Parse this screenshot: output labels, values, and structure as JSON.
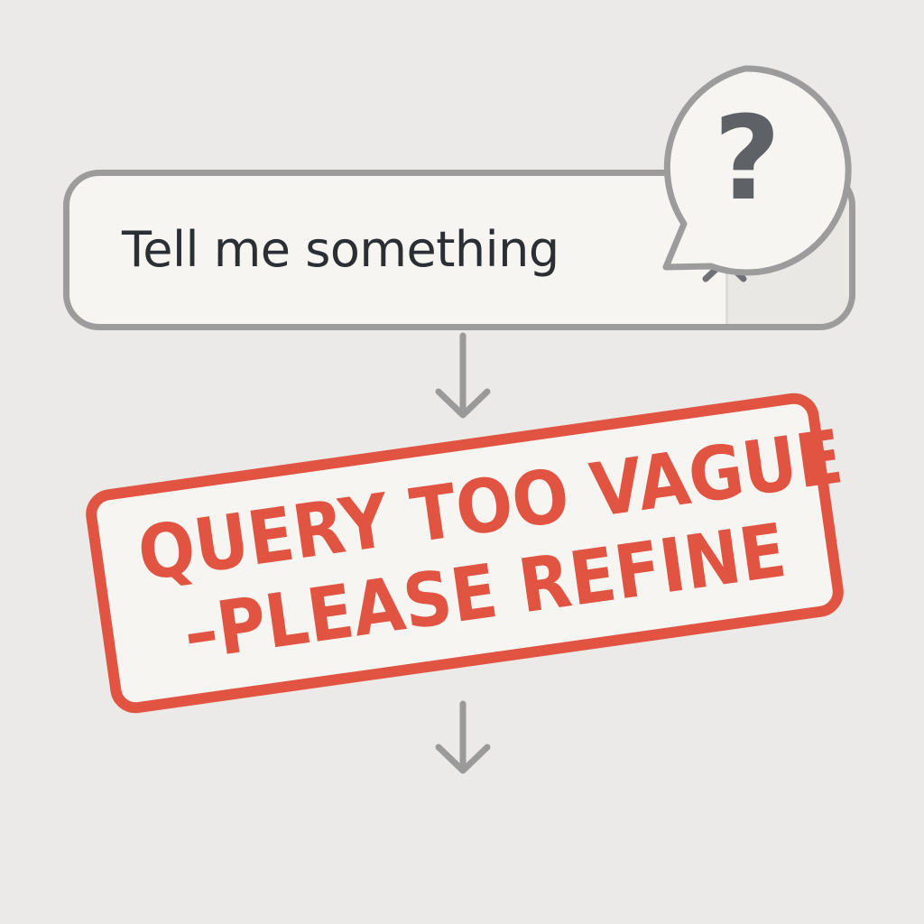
{
  "search": {
    "query": "Tell me something"
  },
  "bubble": {
    "symbol": "?"
  },
  "error": {
    "line1": "QUERY TOO VAGUE",
    "line2": "–PLEASE REFINE"
  },
  "icons": {
    "clear": "close-icon",
    "bubble": "question-bubble-icon",
    "arrow": "arrow-down-icon"
  },
  "colors": {
    "background": "#ebeae8",
    "border_gray": "#9c9c9c",
    "panel": "#f6f5f2",
    "text_dark": "#2b2e33",
    "error_red": "#e05441"
  }
}
